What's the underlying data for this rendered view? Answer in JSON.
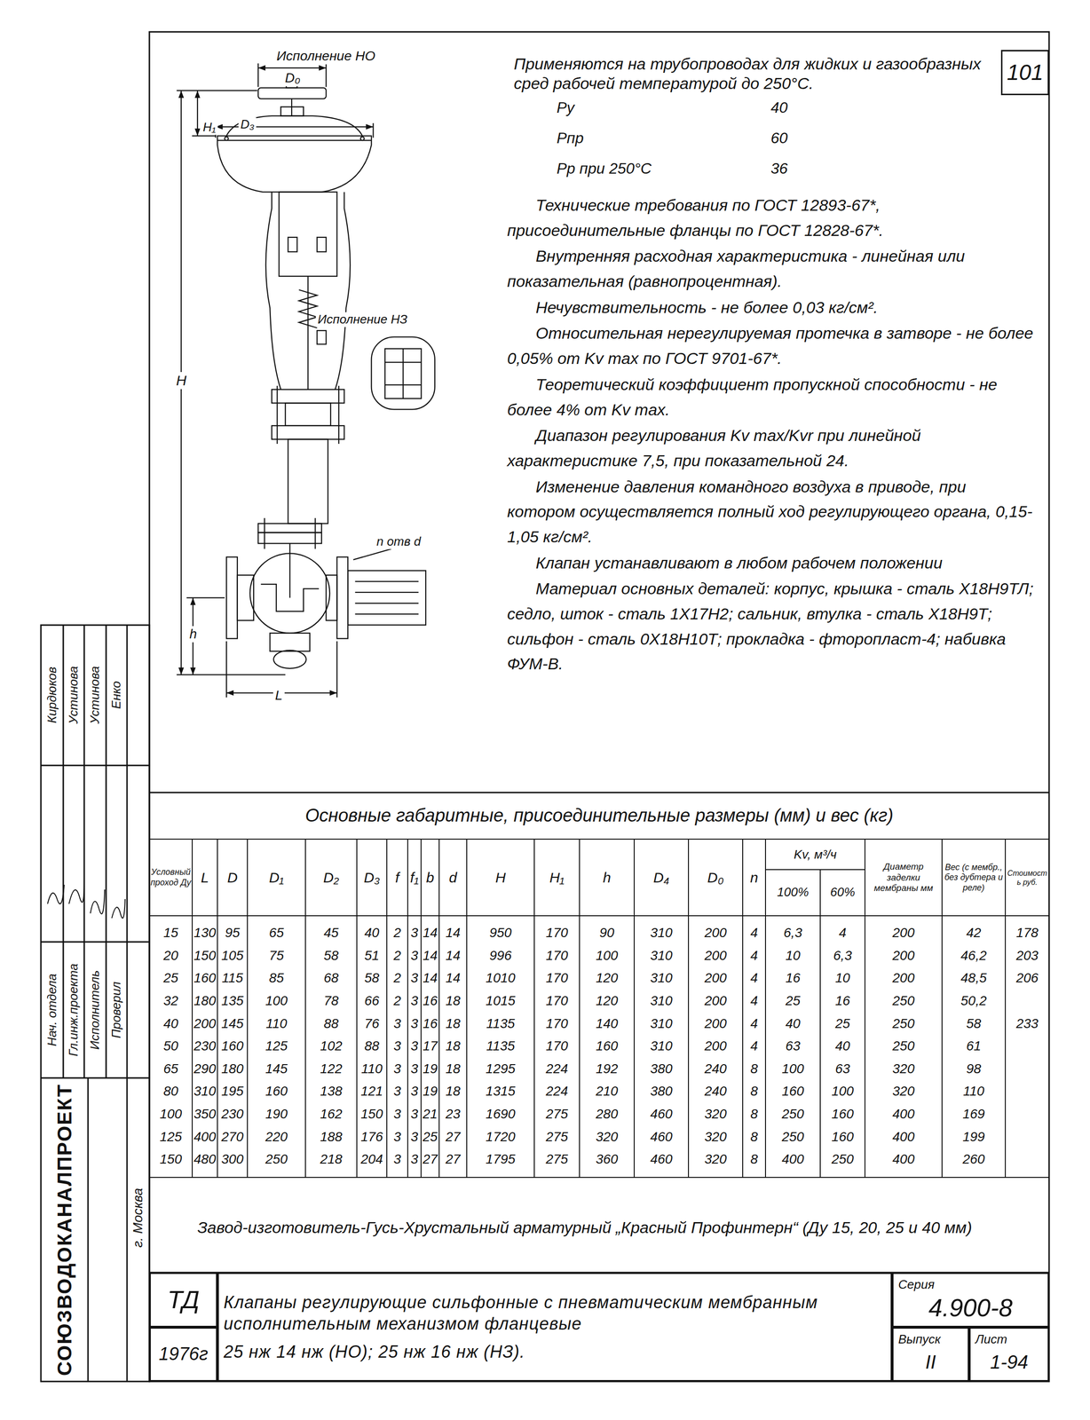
{
  "diagram": {
    "nodes": [
      {
        "text": [
          "101"
        ]
      },
      {
        "text": [
          "ТД"
        ]
      },
      {
        "text": [
          "1976г"
        ]
      },
      {
        "text": [
          "Клапаны регулирующие сильфонные с пневматическим мембранным исполнительным механизмом фланцевые",
          "25 нж 14 нж (НО); 25 нж 16 нж (НЗ)."
        ]
      },
      {
        "text": [
          "Серия",
          "4.900-8"
        ]
      },
      {
        "text": [
          "Выпуск",
          "II"
        ]
      },
      {
        "text": [
          "Лист",
          "1-94"
        ]
      }
    ],
    "labels": [
      "Исполнение НО",
      "D₀",
      "H₁",
      "D₃",
      "H",
      "Исполнение НЗ",
      "n отв d",
      "h",
      "L",
      "Применяются на трубопроводах для жидких и газообразных сред рабочей температурой до 250°С.",
      "Pу",
      "40",
      "Pпр",
      "60",
      "Pр при 250°С",
      "36",
      "Технические требования по ГОСТ 12893-67*, присоединительные фланцы по ГОСТ 12828-67*.",
      "Внутренняя расходная характеристика - линейная или показательная (равнопроцентная).",
      "Нечувствительность - не более 0,03 кг/см².",
      "Относительная нерегулируемая протечка в затворе - не более 0,05% от Kv max по ГОСТ 9701-67*.",
      "Теоретический коэффициент пропускной способности - не более 4% от Kv max.",
      "Диапазон регулирования Kv max/Kvr при линейной характеристике 7,5, при показательной 24.",
      "Изменение давления командного воздуха в приводе, при котором осуществляется полный ход регулирующего органа, 0,15- 1,05 кг/см².",
      "Клапан устанавливают в любом рабочем положении",
      "Материал основных деталей: корпус, крышка - сталь Х18Н9ТЛ; седло, шток - сталь 1Х17Н2; сальник, втулка - сталь Х18Н9Т; сильфон - сталь 0Х18Н10Т; прокладка - фторопласт-4; набивка ФУМ-В.",
      "Основные габаритные, присоединительные размеры (мм) и вес (кг)",
      "Условный проход Ду",
      "L",
      "D",
      "D₁",
      "D₂",
      "D₃",
      "f",
      "f₁",
      "b",
      "d",
      "H",
      "H₁",
      "h",
      "D₄",
      "D₀",
      "n",
      "Kv, м³/ч",
      "100%",
      "60%",
      "Диаметр заделки мембраны мм",
      "Вес (с мембр., без дубтера и реле)",
      "Стоимость руб.",
      "15",
      "130",
      "95",
      "65",
      "45",
      "40",
      "2",
      "3",
      "14",
      "14",
      "950",
      "170",
      "90",
      "310",
      "200",
      "4",
      "6,3",
      "4",
      "200",
      "42",
      "178",
      "20",
      "150",
      "105",
      "75",
      "58",
      "51",
      "2",
      "3",
      "14",
      "14",
      "996",
      "170",
      "100",
      "310",
      "200",
      "4",
      "10",
      "6,3",
      "200",
      "46,2",
      "203",
      "25",
      "160",
      "115",
      "85",
      "68",
      "58",
      "2",
      "3",
      "14",
      "14",
      "1010",
      "170",
      "120",
      "310",
      "200",
      "4",
      "16",
      "10",
      "200",
      "48,5",
      "206",
      "32",
      "180",
      "135",
      "100",
      "78",
      "66",
      "2",
      "3",
      "16",
      "18",
      "1015",
      "170",
      "120",
      "310",
      "200",
      "4",
      "25",
      "16",
      "250",
      "50,2",
      "40",
      "200",
      "145",
      "110",
      "88",
      "76",
      "3",
      "3",
      "16",
      "18",
      "1135",
      "170",
      "140",
      "310",
      "200",
      "4",
      "40",
      "25",
      "250",
      "58",
      "233",
      "50",
      "230",
      "160",
      "125",
      "102",
      "88",
      "3",
      "3",
      "17",
      "18",
      "1135",
      "170",
      "160",
      "310",
      "200",
      "4",
      "63",
      "40",
      "250",
      "61",
      "65",
      "290",
      "180",
      "145",
      "122",
      "110",
      "3",
      "3",
      "19",
      "18",
      "1295",
      "224",
      "192",
      "380",
      "240",
      "8",
      "100",
      "63",
      "320",
      "98",
      "80",
      "310",
      "195",
      "160",
      "138",
      "121",
      "3",
      "3",
      "19",
      "18",
      "1315",
      "224",
      "210",
      "380",
      "240",
      "8",
      "160",
      "100",
      "320",
      "110",
      "100",
      "350",
      "230",
      "190",
      "162",
      "150",
      "3",
      "3",
      "21",
      "23",
      "1690",
      "275",
      "280",
      "460",
      "320",
      "8",
      "250",
      "160",
      "400",
      "169",
      "125",
      "400",
      "270",
      "220",
      "188",
      "176",
      "3",
      "3",
      "25",
      "27",
      "1720",
      "275",
      "320",
      "460",
      "320",
      "8",
      "250",
      "160",
      "400",
      "199",
      "150",
      "480",
      "300",
      "250",
      "218",
      "204",
      "3",
      "3",
      "27",
      "27",
      "1795",
      "275",
      "360",
      "460",
      "320",
      "8",
      "400",
      "250",
      "400",
      "260",
      "Завод-изготовитель-Гусь-Хрустальный арматурный „Красный Профинтерн“ (Ду 15, 20, 25 и 40 мм)",
      "СОЮЗВОДОКАНАЛПРОЕКТ",
      "г. Москва",
      "Нач. отдела",
      "Гл.инж.проекта",
      "Исполнитель",
      "Проверил",
      "Кирдюков",
      "Устинова",
      "Устинова",
      "Енко"
    ]
  }
}
